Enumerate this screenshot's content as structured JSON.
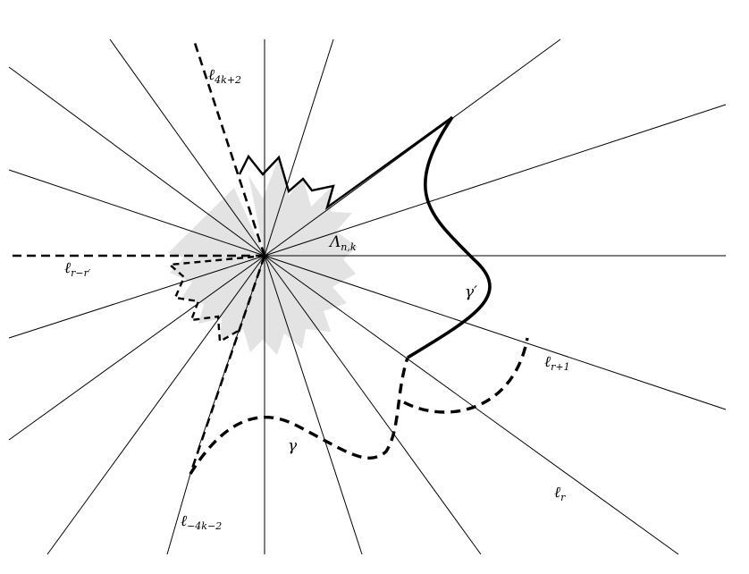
{
  "labels": {
    "l_4k2": {
      "main": "ℓ",
      "sub": "4k+2"
    },
    "l_rr": {
      "main": "ℓ",
      "sub": "r−r′"
    },
    "lambda": {
      "main": "Λ",
      "sub": "n,k"
    },
    "gamma_prime": {
      "main": "γ′"
    },
    "l_r1": {
      "main": "ℓ",
      "sub": "r+1"
    },
    "gamma": {
      "main": "γ"
    },
    "l_r": {
      "main": "ℓ",
      "sub": "r"
    },
    "l_m4k2": {
      "main": "ℓ",
      "sub": "−4k−2"
    }
  },
  "colors": {
    "ink": "#000000",
    "shade": "#e3e3e3"
  }
}
